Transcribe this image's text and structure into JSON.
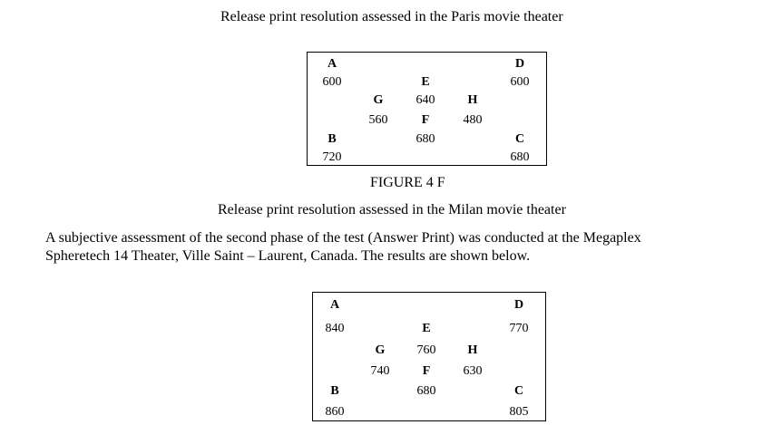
{
  "captions": {
    "paris": "Release print resolution assessed in the Paris movie theater",
    "figure": "FIGURE 4 F",
    "milan": "Release print resolution assessed in the Milan movie theater"
  },
  "paragraph": {
    "line1": "A subjective assessment of the second phase of the test (Answer Print) was conducted at the Megaplex",
    "line2": "Spheretech 14 Theater, Ville Saint – Laurent, Canada. The results are shown below."
  },
  "grid1": {
    "A": {
      "label": "A",
      "value": "600"
    },
    "D": {
      "label": "D",
      "value": "600"
    },
    "E": {
      "label": "E",
      "value": "640"
    },
    "G": {
      "label": "G",
      "value": "560"
    },
    "H": {
      "label": "H",
      "value": "480"
    },
    "F": {
      "label": "F",
      "value": "680"
    },
    "B": {
      "label": "B",
      "value": "720"
    },
    "C": {
      "label": "C",
      "value": "680"
    }
  },
  "grid2": {
    "A": {
      "label": "A",
      "value": "840"
    },
    "D": {
      "label": "D",
      "value": "770"
    },
    "E": {
      "label": "E",
      "value": "760"
    },
    "G": {
      "label": "G",
      "value": "740"
    },
    "H": {
      "label": "H",
      "value": "630"
    },
    "F": {
      "label": "F",
      "value": "680"
    },
    "B": {
      "label": "B",
      "value": "860"
    },
    "C": {
      "label": "C",
      "value": "805"
    }
  }
}
